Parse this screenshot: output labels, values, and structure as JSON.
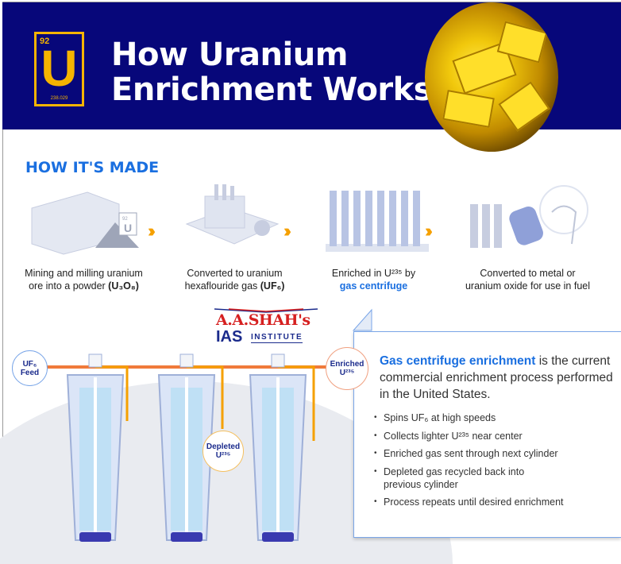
{
  "header": {
    "element": {
      "number": "92",
      "symbol": "U",
      "mass": "238.029"
    },
    "title_line1": "How Uranium",
    "title_line2": "Enrichment Works"
  },
  "section_title": "HOW IT'S MADE",
  "steps": [
    {
      "line1": "Mining and milling uranium",
      "line2": "ore into a powder ",
      "formula": "(U₃O₈)"
    },
    {
      "line1": "Converted to uranium",
      "line2": "hexaflouride gas ",
      "formula": "(UF₆)"
    },
    {
      "line1": "Enriched in U²³⁵ by",
      "link": "gas centrifuge"
    },
    {
      "line1": "Converted to metal or",
      "line2": "uranium oxide for use in fuel"
    }
  ],
  "icon_badge": {
    "number": "92",
    "symbol": "U"
  },
  "logo": {
    "line1": "A.A.SHAH's",
    "line2": "IAS",
    "line3": "INSTITUTE"
  },
  "diagram": {
    "feed": "UF₆ Feed",
    "enriched": "Enriched U²³⁵",
    "depleted": "Depleted U²³⁵"
  },
  "callout": {
    "lead_bold": "Gas centrifuge enrichment",
    "lead_rest": " is the current commercial enrichment process performed in the United States.",
    "bullets": [
      "Spins UF₆ at high speeds",
      "Collects lighter U²³⁵ near center",
      "Enriched gas sent through next cylinder",
      "Depleted gas recycled back into previous cylinder",
      "Process repeats until desired enrichment"
    ]
  },
  "colors": {
    "navy": "#07077a",
    "accent_blue": "#1a6fe0",
    "gold": "#f5b400",
    "orange": "#f5a000"
  }
}
